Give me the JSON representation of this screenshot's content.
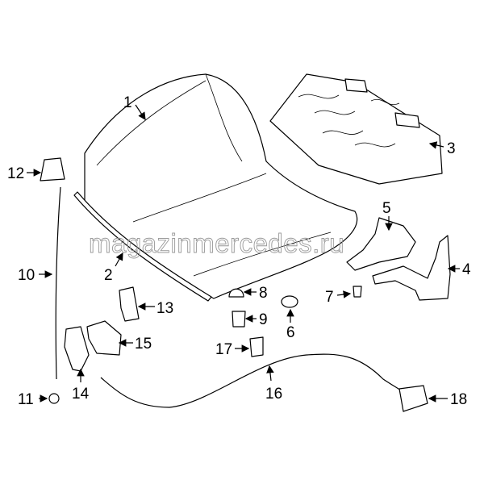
{
  "watermark": "magazinmercedes.ru",
  "callouts": {
    "c1": "1",
    "c2": "2",
    "c3": "3",
    "c4": "4",
    "c5": "5",
    "c6": "6",
    "c7": "7",
    "c8": "8",
    "c9": "9",
    "c10": "10",
    "c11": "11",
    "c12": "12",
    "c13": "13",
    "c14": "14",
    "c15": "15",
    "c16": "16",
    "c17": "17",
    "c18": "18"
  }
}
